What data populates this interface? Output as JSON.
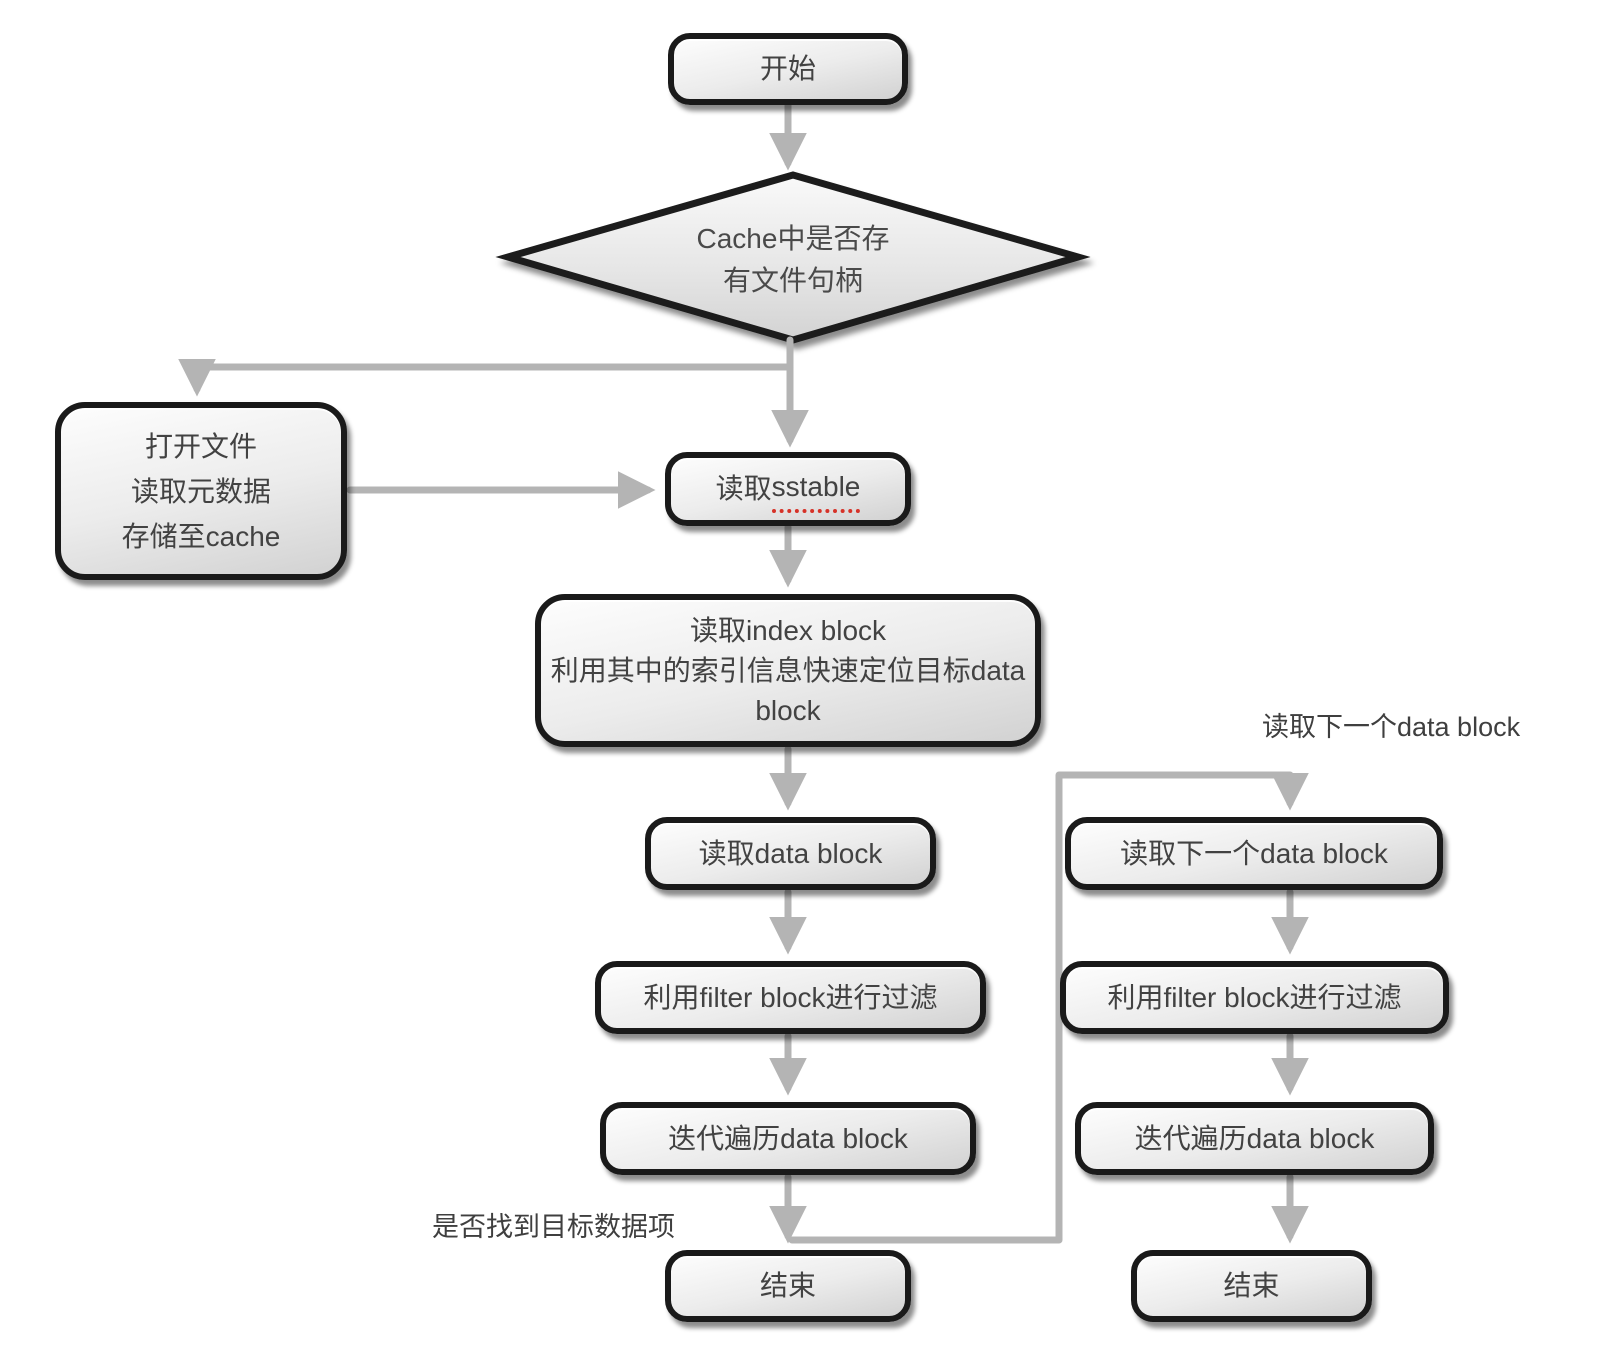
{
  "diagram": {
    "title": "sstable-read-flowchart",
    "nodes": {
      "start": {
        "label": "开始"
      },
      "decision_cache": {
        "label": "Cache中是否存\n有文件句柄"
      },
      "open_file": {
        "label": "打开文件\n读取元数据\n存储至cache"
      },
      "read_sstable": {
        "prefix": "读取",
        "term": "sstable"
      },
      "index_block": {
        "label": "读取index block\n利用其中的索引信息快速定位目标data\nblock"
      },
      "read_data_block": {
        "label": "读取data block"
      },
      "filter_left": {
        "label": "利用filter block进行过滤"
      },
      "iterate_left": {
        "label": "迭代遍历data block"
      },
      "end_left": {
        "label": "结束"
      },
      "read_next_block": {
        "label": "读取下一个data block"
      },
      "filter_right": {
        "label": "利用filter block进行过滤"
      },
      "iterate_right": {
        "label": "迭代遍历data block"
      },
      "end_right": {
        "label": "结束"
      }
    },
    "edge_labels": {
      "read_next": "读取下一个data block",
      "found_target": "是否找到目标数据项"
    },
    "colors": {
      "node_border": "#1a1a1a",
      "node_fill_top": "#fdfdfd",
      "node_fill_bottom": "#d2d2d2",
      "arrow": "#b4b4b4",
      "text": "#424242",
      "spellcheck_underline": "#d63228"
    }
  }
}
